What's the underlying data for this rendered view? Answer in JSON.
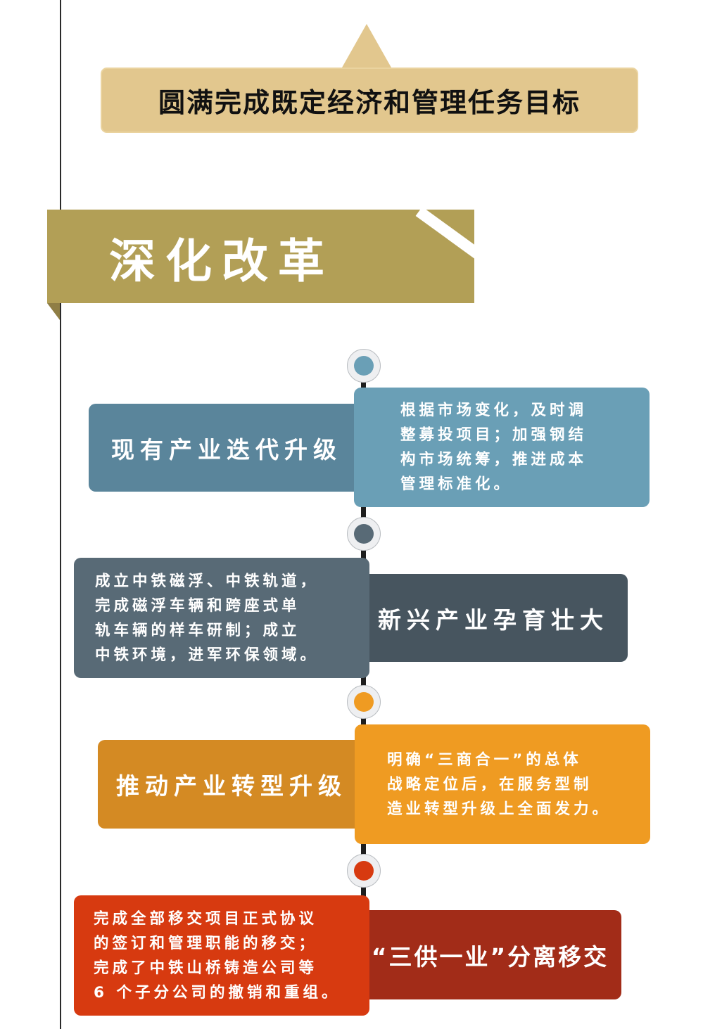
{
  "goal": {
    "text": "圆满完成既定经济和管理任务目标",
    "color": "#e2c78e"
  },
  "section": {
    "title": "深化改革",
    "color": "#b29f56"
  },
  "items": [
    {
      "title": "现有产业迭代升级",
      "title_color": "#5a859b",
      "desc_color": "#6a9fb6",
      "dot_color": "#6a9fb6",
      "desc_lines": [
        "根据市场变化，及时调",
        "整募投项目；加强钢结",
        "构市场统筹，推进成本",
        "管理标准化。"
      ]
    },
    {
      "title": "新兴产业孕育壮大",
      "title_color": "#47555f",
      "desc_color": "#586a76",
      "dot_color": "#586a76",
      "desc_lines": [
        "成立中铁磁浮、中铁轨道，",
        "完成磁浮车辆和跨座式单",
        "轨车辆的样车研制；成立",
        "中铁环境，进军环保领域。"
      ]
    },
    {
      "title": "推动产业转型升级",
      "title_color": "#d48a23",
      "desc_color": "#ef9b22",
      "dot_color": "#ef9b22",
      "desc_lines": [
        "明确“三商合一”的总体",
        "战略定位后，在服务型制",
        "造业转型升级上全面发力。"
      ]
    },
    {
      "title": "“三供一业”分离移交",
      "title_color": "#a22c18",
      "desc_color": "#d73a10",
      "dot_color": "#d73a10",
      "desc_lines": [
        "完成全部移交项目正式协议",
        "的签订和管理职能的移交；",
        "完成了中铁山桥铸造公司等",
        "6 个子分公司的撤销和重组。"
      ]
    }
  ]
}
